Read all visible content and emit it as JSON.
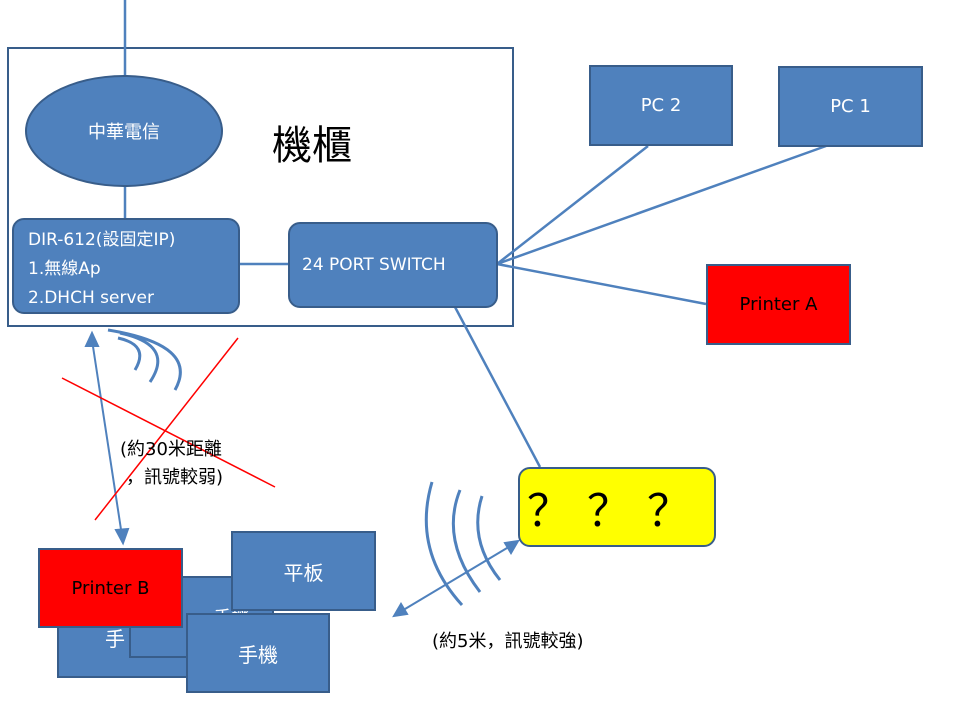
{
  "cabinet": {
    "label": "機櫃"
  },
  "isp": {
    "label": "中華電信"
  },
  "router": {
    "line1": "DIR-612(設固定IP)",
    "line2": "1.無線Ap",
    "line3": "2.DHCH server"
  },
  "switch": {
    "label": "24 PORT SWITCH"
  },
  "pc2": {
    "label": "PC 2"
  },
  "pc1": {
    "label": "PC 1"
  },
  "printer_a": {
    "label": "Printer A"
  },
  "unknown_device": {
    "label": "？？？"
  },
  "printer_b": {
    "label": "Printer B"
  },
  "tablet": {
    "label": "平板"
  },
  "phone_front": {
    "label": "手機"
  },
  "phone_middle": {
    "label": "手機"
  },
  "phone_back": {
    "label": "手"
  },
  "far_note": {
    "line1": "(約30米距離",
    "line2": "，訊號較弱)"
  },
  "near_note": {
    "label": "(約5米，訊號較強)"
  },
  "colors": {
    "box_fill": "#4f81bd",
    "box_border": "#385d8a",
    "printer_fill": "#ff0000",
    "unknown_fill": "#ffff00",
    "cross_out": "#ff0000"
  }
}
